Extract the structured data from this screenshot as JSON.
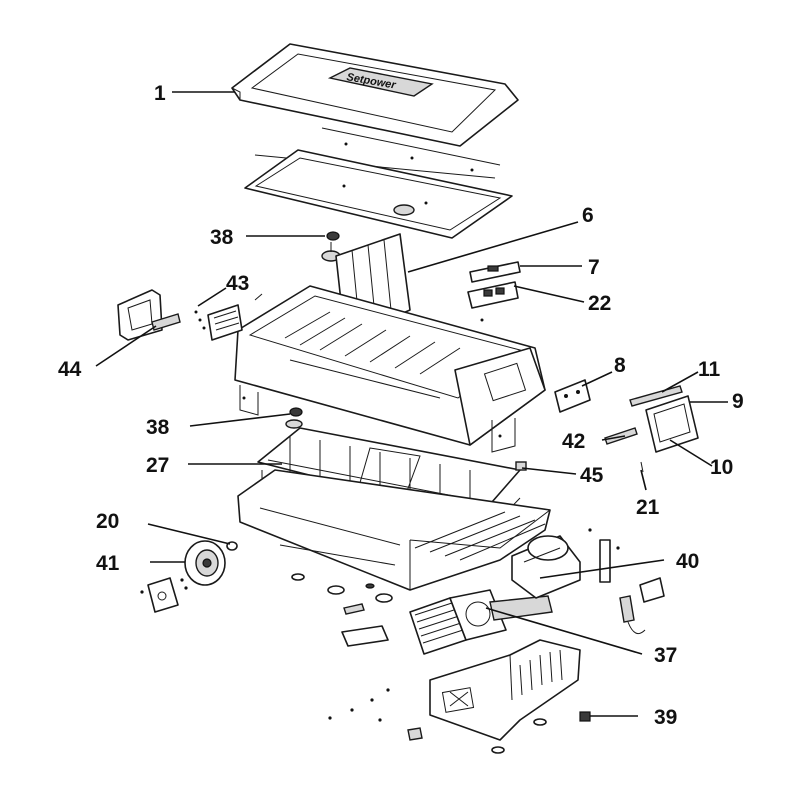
{
  "brand_logo": "Setpower",
  "callouts": [
    {
      "id": "c1",
      "label": "1"
    },
    {
      "id": "c6",
      "label": "6"
    },
    {
      "id": "c7",
      "label": "7"
    },
    {
      "id": "c22",
      "label": "22"
    },
    {
      "id": "c38a",
      "label": "38"
    },
    {
      "id": "c43",
      "label": "43"
    },
    {
      "id": "c44",
      "label": "44"
    },
    {
      "id": "c8",
      "label": "8"
    },
    {
      "id": "c11",
      "label": "11"
    },
    {
      "id": "c9",
      "label": "9"
    },
    {
      "id": "c38b",
      "label": "38"
    },
    {
      "id": "c42",
      "label": "42"
    },
    {
      "id": "c10",
      "label": "10"
    },
    {
      "id": "c27",
      "label": "27"
    },
    {
      "id": "c45",
      "label": "45"
    },
    {
      "id": "c21",
      "label": "21"
    },
    {
      "id": "c20",
      "label": "20"
    },
    {
      "id": "c41",
      "label": "41"
    },
    {
      "id": "c40",
      "label": "40"
    },
    {
      "id": "c37",
      "label": "37"
    },
    {
      "id": "c39",
      "label": "39"
    }
  ]
}
